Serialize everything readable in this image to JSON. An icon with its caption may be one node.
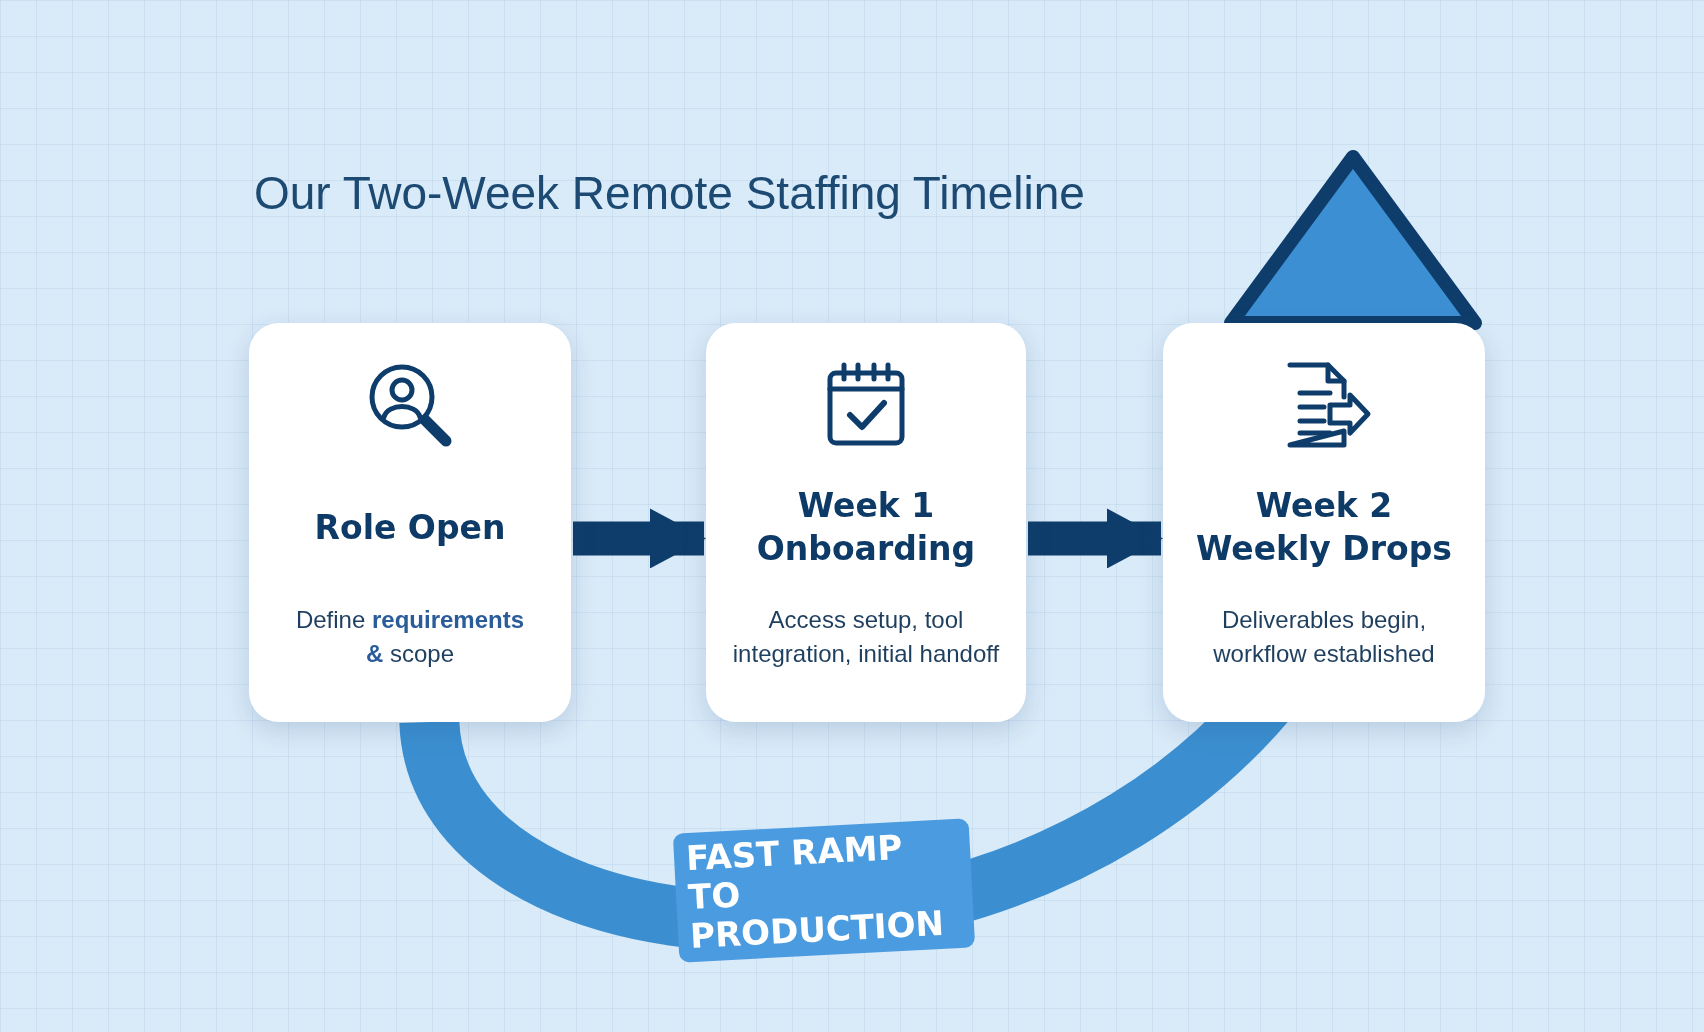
{
  "diagram": {
    "title": "Our Two-Week Remote Staffing Timeline",
    "nodes": [
      {
        "text": [
          "Role Open",
          "Define **requirements &** scope"
        ]
      },
      {
        "text": [
          "Week 1 Onboarding",
          "Access setup, tool integration, initial handoff"
        ]
      },
      {
        "text": [
          "Week 2 Weekly Drops",
          "Deliverables begin, workflow established"
        ]
      }
    ],
    "edges": [
      {
        "from": 0,
        "to": 1,
        "arrow": "to"
      },
      {
        "from": 1,
        "to": 2,
        "arrow": "to"
      },
      {
        "from": 0,
        "to": 2,
        "arrow": "to",
        "label": "FAST RAMP TO PRODUCTION",
        "color": "#3b8fd0"
      }
    ]
  }
}
